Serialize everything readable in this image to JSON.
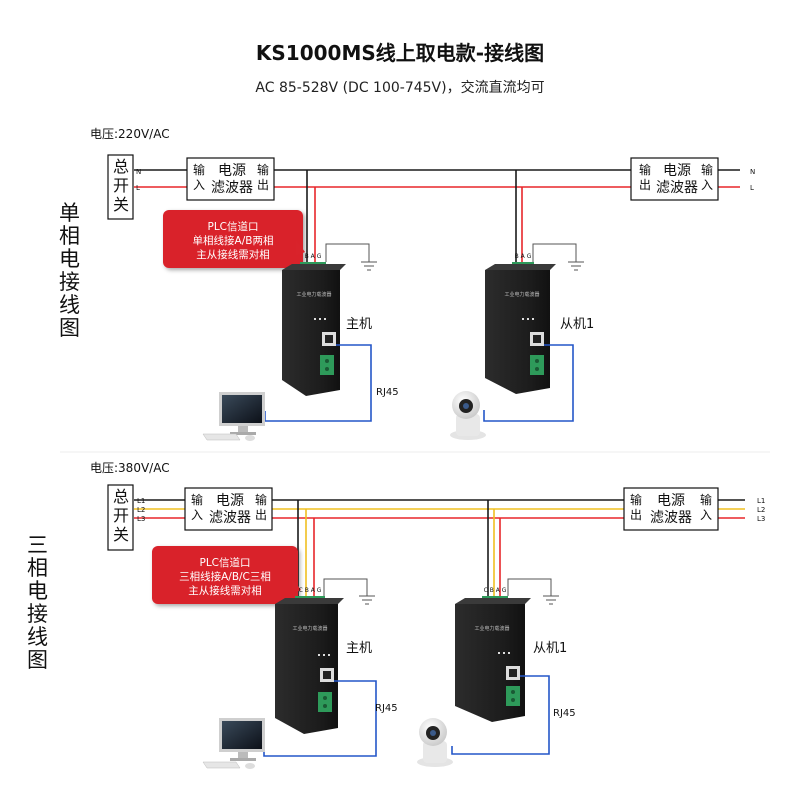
{
  "title": "KS1000MS线上取电款-接线图",
  "subtitle": "AC 85-528V (DC 100-745V)，交流直流均可",
  "single": {
    "side_label": "单相电接线图",
    "voltage": "电压:220V/AC",
    "master_switch": "总开关",
    "line_labels": [
      "N",
      "L"
    ],
    "filter_left": {
      "in": "输入",
      "name_top": "电源",
      "name_bottom": "滤波器",
      "out": "输出"
    },
    "filter_right": {
      "out": "输出",
      "name_top": "电源",
      "name_bottom": "滤波器",
      "in": "输入"
    },
    "callout": [
      "PLC信道口",
      "单相线接A/B两相",
      "主从接线需对相"
    ],
    "terminal_master": "B A G",
    "terminal_slave": "B A G",
    "device_label": "工业电力载波器",
    "master_label": "主机",
    "slave_label": "从机1",
    "rj45": "RJ45"
  },
  "three": {
    "side_label": "三相电接线图",
    "voltage": "电压:380V/AC",
    "master_switch": "总开关",
    "line_labels": [
      "L1",
      "L2",
      "L3"
    ],
    "filter_left": {
      "in": "输入",
      "name_top": "电源",
      "name_bottom": "滤波器",
      "out": "输出"
    },
    "filter_right": {
      "out": "输出",
      "name_top": "电源",
      "name_bottom": "滤波器",
      "in": "输入"
    },
    "callout": [
      "PLC信道口",
      "三相线接A/B/C三相",
      "主从接线需对相"
    ],
    "terminal_master": "C B A G",
    "terminal_slave": "C B A G",
    "device_label": "工业电力载波器",
    "master_label": "主机",
    "slave_label": "从机1",
    "rj45_master": "RJ45",
    "rj45_slave": "RJ45"
  },
  "colors": {
    "black_wire": "#1a1a1a",
    "red_wire": "#e8262a",
    "yellow_wire": "#f0c020",
    "blue_wire": "#2456c8",
    "callout_bg": "#d9232b",
    "device_body": "#1e1e1e",
    "terminal_green": "#2e9a5a"
  }
}
